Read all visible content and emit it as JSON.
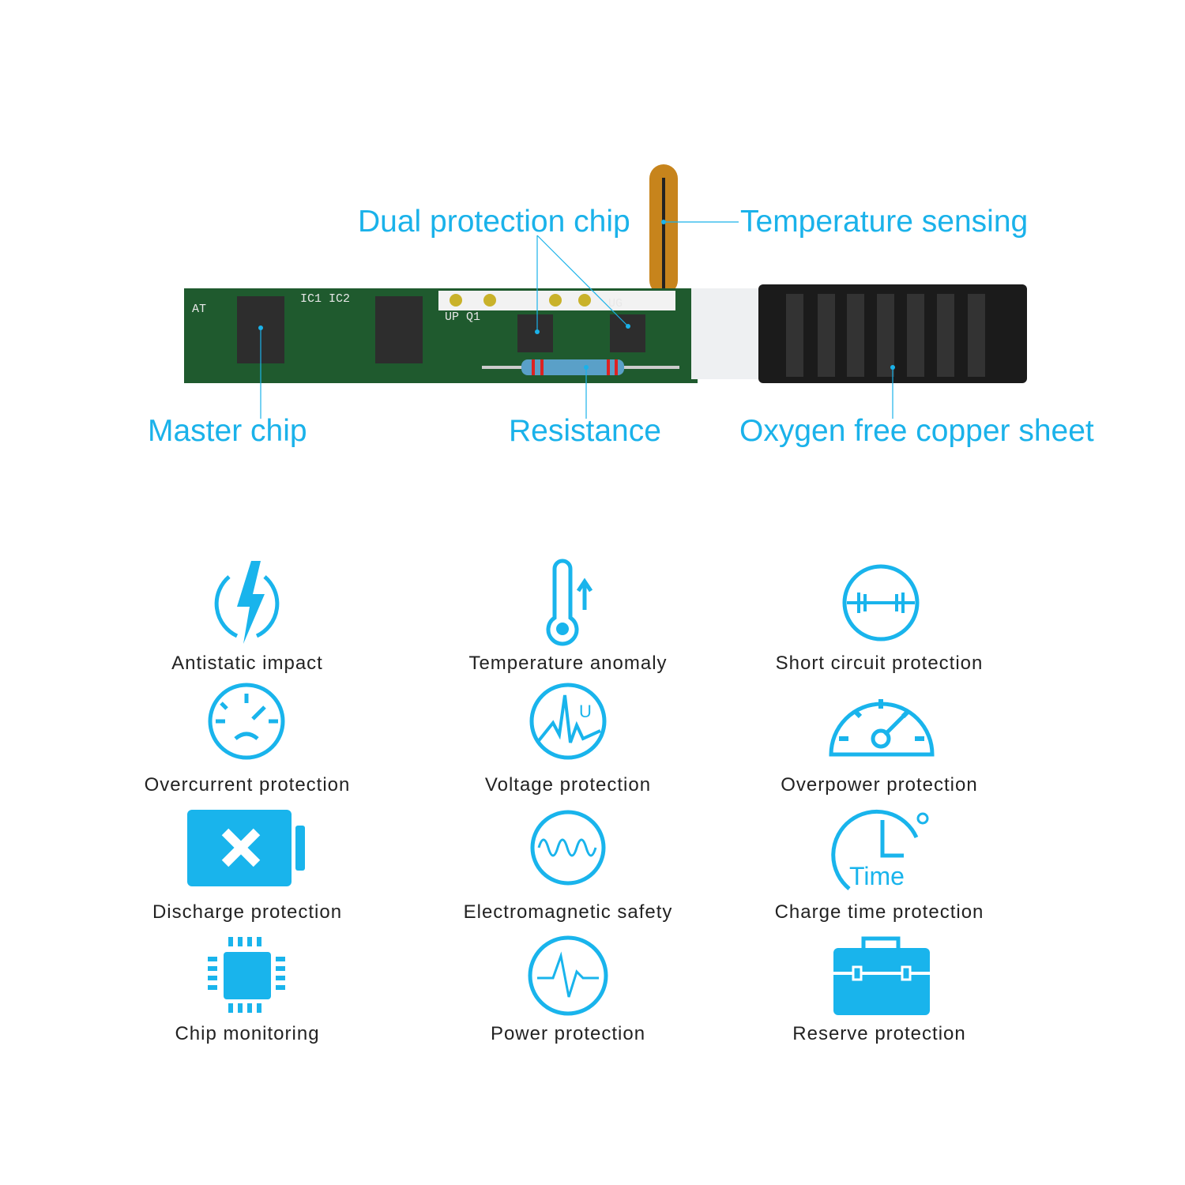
{
  "callouts": {
    "dual_protection_chip": "Dual protection chip",
    "temperature_sensing": "Temperature sensing",
    "master_chip": "Master chip",
    "resistance": "Resistance",
    "oxygen_free_copper_sheet": "Oxygen free copper sheet"
  },
  "board_silkscreen": [
    "AT",
    "IC1 IC2",
    "UP Q1",
    "UG"
  ],
  "features": [
    {
      "label": "Antistatic impact",
      "icon": "lightning-icon"
    },
    {
      "label": "Temperature anomaly",
      "icon": "thermometer-icon"
    },
    {
      "label": "Short circuit protection",
      "icon": "circuit-icon"
    },
    {
      "label": "Overcurrent  protection",
      "icon": "sad-gauge-icon"
    },
    {
      "label": "Voltage  protection",
      "icon": "voltage-wave-icon"
    },
    {
      "label": "Overpower protection",
      "icon": "speedometer-icon"
    },
    {
      "label": "Discharge  protection",
      "icon": "battery-x-icon"
    },
    {
      "label": "Electromagnetic  safety",
      "icon": "coil-icon"
    },
    {
      "label": "Charge time protection",
      "icon": "clock-icon"
    },
    {
      "label": "Chip monitoring",
      "icon": "chip-icon"
    },
    {
      "label": "Power protection",
      "icon": "pulse-icon"
    },
    {
      "label": "Reserve protection",
      "icon": "toolbox-icon"
    }
  ],
  "clock_icon_text": "Time",
  "voltage_icon_text": "U",
  "colors": {
    "accent": "#1ab2ea",
    "pcb": "#1f5a2e",
    "icon": "#19b4ec"
  }
}
